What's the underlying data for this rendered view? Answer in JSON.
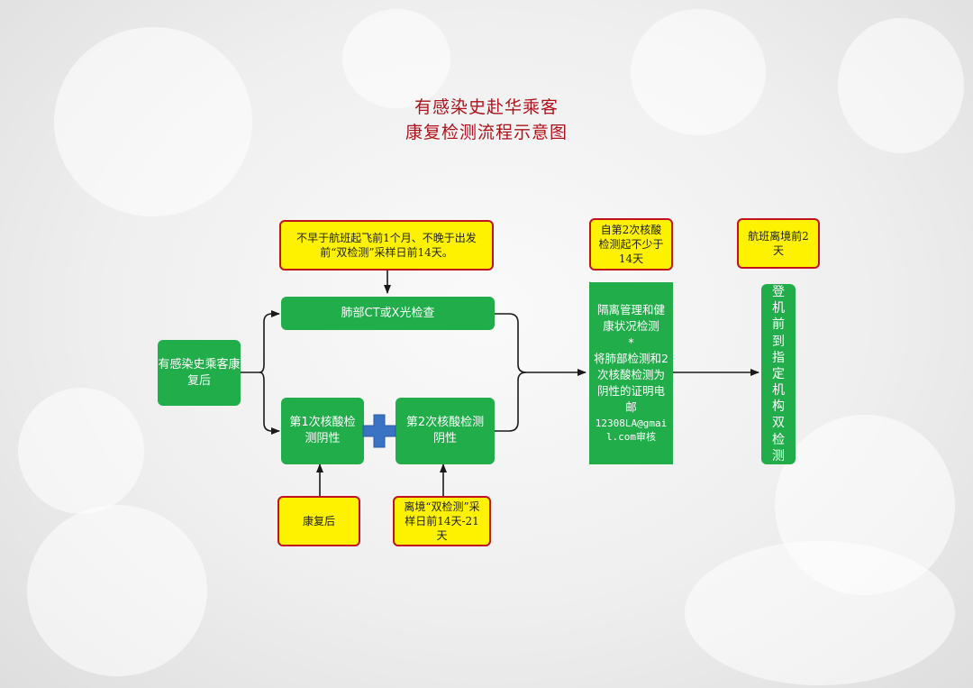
{
  "title": {
    "line1": "有感染史赴华乘客",
    "line2": "康复检测流程示意图"
  },
  "nodes": {
    "start": "有感染史乘客康复后",
    "lung_check": "肺部CT或X光检查",
    "test1": "第1次核酸检测阴性",
    "test2": "第2次核酸检测阴性",
    "quarantine": {
      "line1": "隔离管理和健康状况检测",
      "line2": "*",
      "line3": "将肺部检测和2次核酸检测为阴性的证明电邮",
      "line4": "12308LA@gmail.com审核"
    },
    "board": "登机前到指定机构双检测"
  },
  "notes": {
    "lung_timing": "不早于航班起飞前1个月、不晚于出发前“双检测”采样日前14天。",
    "after_recovery": "康复后",
    "test2_timing": "离境“双检测”采样日前14天-21天",
    "interval": "自第2次核酸检测起不少于14天",
    "departure": "航班离境前2天"
  },
  "colors": {
    "title": "#b0111b",
    "green_box": "#22ad4b",
    "note_fill": "#fff200",
    "note_border": "#c1121f",
    "plus": "#3a72c4"
  },
  "icons": {
    "plus": "plus-icon"
  }
}
